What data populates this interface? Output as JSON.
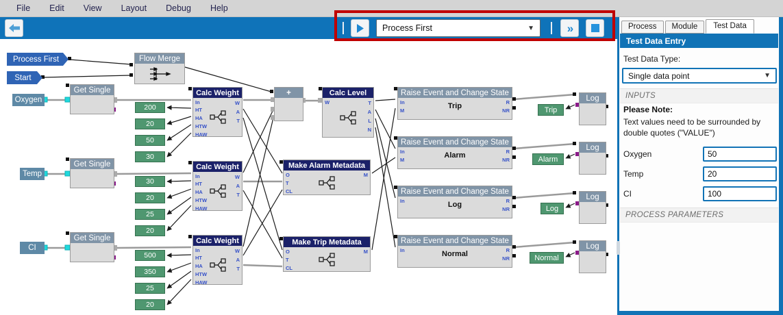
{
  "menu": {
    "items": [
      "File",
      "Edit",
      "View",
      "Layout",
      "Debug",
      "Help"
    ]
  },
  "toolbar": {
    "run_target": "Process First"
  },
  "tabs": {
    "items": [
      "Process",
      "Module",
      "Test Data"
    ],
    "active": "Test Data"
  },
  "panel": {
    "header": "Test Data Entry",
    "type_label": "Test Data Type:",
    "type_value": "Single data point",
    "inputs_header": "INPUTS",
    "note_title": "Please Note:",
    "note_body": "Text values need to be surrounded by double quotes (\"VALUE\")",
    "fields": [
      {
        "label": "Oxygen",
        "value": "50"
      },
      {
        "label": "Temp",
        "value": "20"
      },
      {
        "label": "CI",
        "value": "100"
      }
    ],
    "params_header": "PROCESS PARAMETERS"
  },
  "canvas": {
    "badges": [
      "Process First",
      "Start"
    ],
    "sources": [
      "Oxygen",
      "Temp",
      "CI"
    ],
    "node_titles": {
      "flow_merge": "Flow Merge",
      "get_single": "Get Single",
      "calc_weight": "Calc Weight",
      "plus": "+",
      "calc_level": "Calc Level",
      "make_alarm": "Make Alarm Metadata",
      "make_trip": "Make Trip Metadata",
      "raise_event": "Raise Event and Change State",
      "log": "Log"
    },
    "raise_states": [
      "Trip",
      "Alarm",
      "Log",
      "Normal"
    ],
    "state_labels": [
      "Trip",
      "Alarm",
      "Log",
      "Normal"
    ],
    "values": [
      [
        "200",
        "20",
        "50",
        "30"
      ],
      [
        "30",
        "20",
        "25",
        "20"
      ],
      [
        "500",
        "350",
        "25",
        "20"
      ]
    ],
    "ports": {
      "calc_weight_left": [
        "In",
        "HT",
        "HA",
        "HTW",
        "HAW"
      ],
      "calc_weight_right": [
        "W",
        "A",
        "T"
      ],
      "calc_level_left": [
        "W"
      ],
      "calc_level_right": [
        "T",
        "A",
        "L",
        "N"
      ],
      "make_meta_left": [
        "O",
        "T",
        "CL"
      ],
      "make_meta_right": [
        "M"
      ],
      "raise_left": [
        "In",
        "M"
      ],
      "raise_right": [
        "R",
        "NR"
      ]
    },
    "colors": {
      "accent_blue": "#1173b6",
      "node_navy": "#1b2169",
      "node_slate": "#8094a7",
      "value_green": "#4f9770",
      "source_teal": "#5e89a6",
      "badge_blue": "#2f64b5",
      "annotation_red": "#c00000"
    }
  }
}
